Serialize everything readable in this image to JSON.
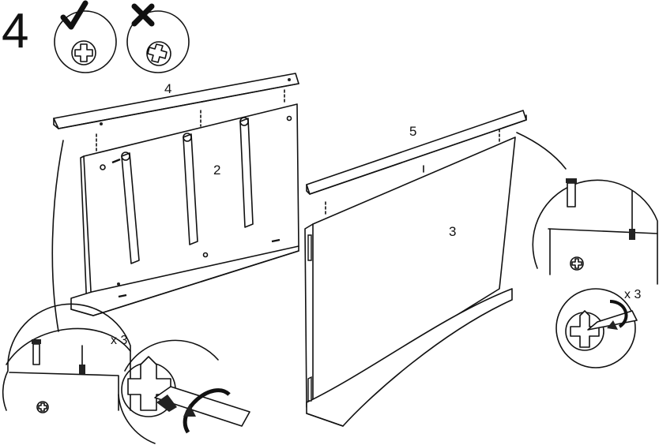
{
  "step": {
    "number": "4"
  },
  "screw_check": {
    "correct_icon": "checkmark-icon",
    "wrong_icon": "cross-icon",
    "correct_screw_icon": "cross-screw-head-aligned-icon",
    "wrong_screw_icon": "cross-screw-head-rotated-icon"
  },
  "parts": {
    "top_left_board": "4",
    "back_panel": "2",
    "top_right_board": "5",
    "side_panel": "3"
  },
  "callouts": {
    "left_quantity": "x 3",
    "right_quantity": "x 3"
  },
  "colors": {
    "line": "#111111",
    "background": "#ffffff"
  }
}
